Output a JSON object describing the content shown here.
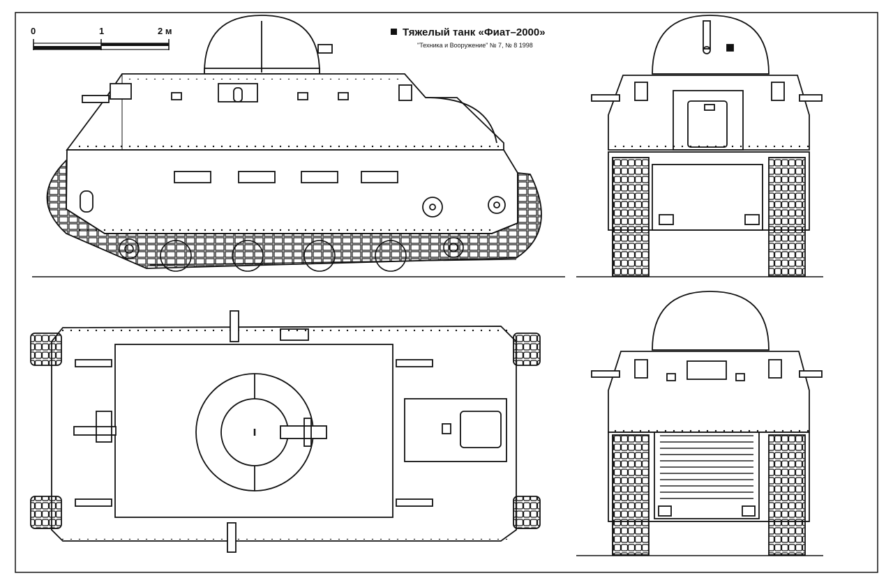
{
  "title": "Тяжелый танк «Фиат–2000»",
  "source": "\"Техника и Вооружение\" № 7, № 8 1998",
  "scale_bar": {
    "labels": [
      "0",
      "1",
      "2 м"
    ]
  },
  "views": [
    {
      "id": "side-view"
    },
    {
      "id": "front-view"
    },
    {
      "id": "top-view"
    },
    {
      "id": "rear-view"
    }
  ],
  "colors": {
    "ink": "#111111",
    "paper": "#ffffff"
  }
}
